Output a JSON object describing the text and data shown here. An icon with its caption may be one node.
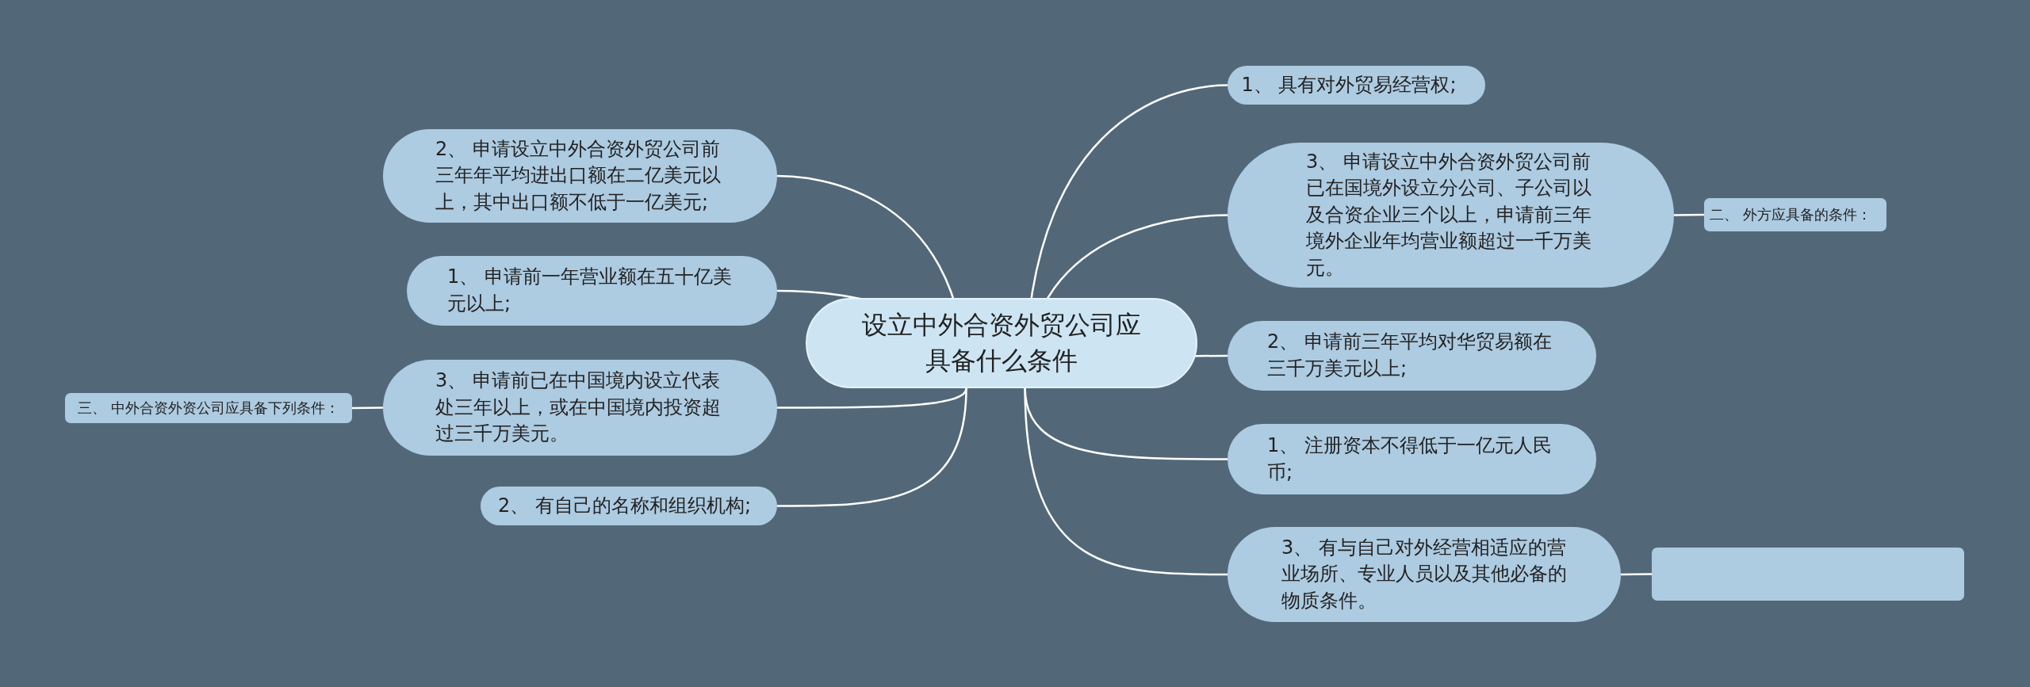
{
  "diagram": {
    "nodes": [
      {
        "text": [
          "设立中外合资外贸公司应具备什么条件"
        ]
      },
      {
        "text": [
          "2、 申请设立中外合资外贸公司前三年年平均进出口额在二亿美元以上，其中出口额不低于一亿美元;"
        ]
      },
      {
        "text": [
          "1、 申请前一年营业额在五十亿美元以上;"
        ]
      },
      {
        "text": [
          "3、 申请前已在中国境内设立代表处三年以上，或在中国境内投资超过三千万美元。"
        ]
      },
      {
        "text": [
          "三、 中外合资外资公司应具备下列条件："
        ]
      },
      {
        "text": [
          "2、 有自己的名称和组织机构;"
        ]
      },
      {
        "text": [
          "1、 具有对外贸易经营权;"
        ]
      },
      {
        "text": [
          "3、 申请设立中外合资外贸公司前已在国境外设立分公司、子公司以及合资企业三个以上，申请前三年境外企业年均营业额超过一千万美元。"
        ]
      },
      {
        "text": [
          "二、 外方应具备的条件："
        ]
      },
      {
        "text": [
          "2、 申请前三年平均对华贸易额在三千万美元以上;"
        ]
      },
      {
        "text": [
          "1、 注册资本不得低于一亿元人民币;"
        ]
      },
      {
        "text": [
          "3、 有与自己对外经营相适应的营业场所、专业人员以及其他必备的物质条件。"
        ]
      },
      {
        "text": [],
        "shape": "box"
      }
    ],
    "edges": [
      {
        "from": 0,
        "to": 1,
        "arrow": "none"
      },
      {
        "from": 0,
        "to": 2,
        "arrow": "none"
      },
      {
        "from": 0,
        "to": 3,
        "arrow": "none"
      },
      {
        "from": 3,
        "to": 4,
        "arrow": "none"
      },
      {
        "from": 0,
        "to": 5,
        "arrow": "none"
      },
      {
        "from": 0,
        "to": 6,
        "arrow": "none"
      },
      {
        "from": 0,
        "to": 7,
        "arrow": "none"
      },
      {
        "from": 7,
        "to": 8,
        "arrow": "none"
      },
      {
        "from": 0,
        "to": 9,
        "arrow": "none"
      },
      {
        "from": 0,
        "to": 10,
        "arrow": "none"
      },
      {
        "from": 0,
        "to": 11,
        "arrow": "none"
      },
      {
        "from": 11,
        "to": 12,
        "arrow": "none"
      }
    ]
  }
}
